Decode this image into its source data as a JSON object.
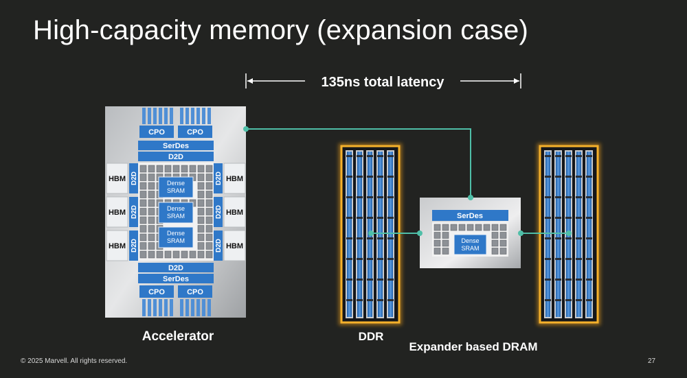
{
  "slide": {
    "title": "High-capacity memory (expansion case)",
    "latency_label": "135ns total latency",
    "accelerator_label": "Accelerator",
    "ddr_label": "DDR",
    "expander_label": "Expander based DRAM",
    "copyright": "© 2025 Marvell. All rights reserved.",
    "page_number": "27"
  },
  "accelerator": {
    "cpo": "CPO",
    "serdes": "SerDes",
    "d2d": "D2D",
    "hbm": "HBM",
    "dense_sram": [
      "Dense",
      "SRAM"
    ]
  },
  "expander": {
    "serdes": "SerDes",
    "dense_sram": [
      "Dense",
      "SRAM"
    ]
  },
  "colors": {
    "background": "#222321",
    "chip_blue": "#2f78c8",
    "link_teal": "#4fbfa8",
    "ddr_glow": "#f2a21a"
  }
}
